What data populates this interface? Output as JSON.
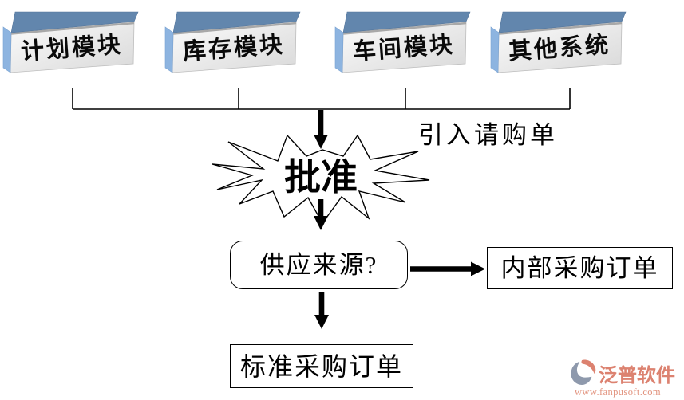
{
  "diagram": {
    "modules": [
      {
        "label": "计划模块"
      },
      {
        "label": "库存模块"
      },
      {
        "label": "车间模块"
      },
      {
        "label": "其他系统"
      }
    ],
    "import_label": "引入请购单",
    "approve_label": "批准",
    "decision_label": "供应来源?",
    "internal_order_label": "内部采购订单",
    "standard_order_label": "标准采购订单"
  },
  "logo": {
    "title": "泛普软件",
    "url": "www.fanpusoft.com"
  },
  "colors": {
    "box_top": "#6286ad",
    "box_side": "#8db4e0",
    "box_face_light": "#fbfbfb",
    "box_face_dark": "#d9d9d9",
    "box_sliver": "#a8a8a8",
    "line": "#000000",
    "brand_salmon": "#dc8270",
    "brand_gray": "#8e99ac"
  }
}
